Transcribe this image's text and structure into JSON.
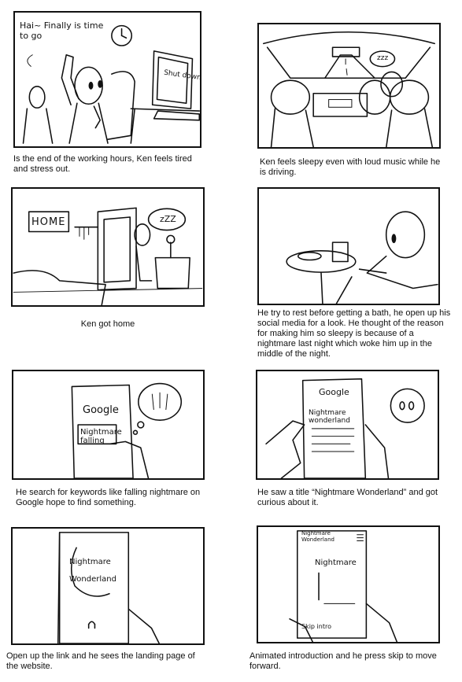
{
  "panels": [
    {
      "caption": "Is the end of the working hours, Ken feels tired and stress out.",
      "bubble": "Hai~ Finally is time to go",
      "screen_text": "Shut down"
    },
    {
      "caption": "Ken feels sleepy even with loud music while he is driving.",
      "sleep": "zzz"
    },
    {
      "caption": "Ken got home",
      "sign": "HOME",
      "sleep": "zZZ"
    },
    {
      "caption": "He try to rest before getting a bath, he open up his social media for a look. He thought of the reason for making him so sleepy is because of a nightmare last night which woke him up in the middle of the night."
    },
    {
      "caption": "He search for keywords like falling nightmare on Google hope to find something.",
      "phone_title": "Google",
      "search_text": "Nightmare falling"
    },
    {
      "caption": "He saw a title “Nightmare Wonderland” and got curious about it.",
      "phone_title": "Google",
      "result_text": "Nightmare wonderland"
    },
    {
      "caption": "Open up the link and he sees the landing page of the website.",
      "logo_text": "Nightmare Wonderland"
    },
    {
      "caption": "Animated introduction and he press skip to move forward.",
      "header_text": "Nightmare Wonderland",
      "title_text": "Nightmare",
      "skip_text": "Skip intro"
    }
  ]
}
